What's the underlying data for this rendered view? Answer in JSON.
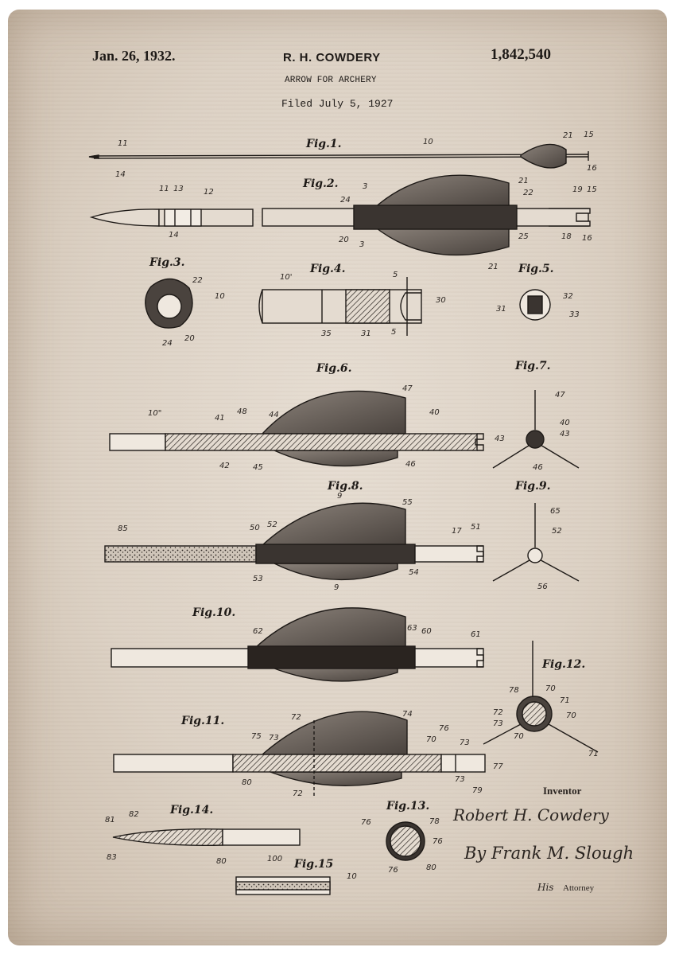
{
  "patent": {
    "date": "Jan. 26, 1932.",
    "inventor_header": "R. H. COWDERY",
    "number": "1,842,540",
    "title": "ARROW FOR ARCHERY",
    "filed": "Filed July 5, 1927"
  },
  "figures": {
    "fig1": "Fig.1.",
    "fig2": "Fig.2.",
    "fig3": "Fig.3.",
    "fig4": "Fig.4.",
    "fig5": "Fig.5.",
    "fig6": "Fig.6.",
    "fig7": "Fig.7.",
    "fig8": "Fig.8.",
    "fig9": "Fig.9.",
    "fig10": "Fig.10.",
    "fig11": "Fig.11.",
    "fig12": "Fig.12.",
    "fig13": "Fig.13.",
    "fig14": "Fig.14.",
    "fig15": "Fig.15"
  },
  "reference_numerals": {
    "fig1": [
      "11",
      "10",
      "21",
      "15",
      "16",
      "14"
    ],
    "fig2": [
      "11",
      "13",
      "12",
      "3",
      "21",
      "22",
      "19",
      "15",
      "24",
      "20",
      "3",
      "25",
      "18",
      "16",
      "21",
      "14"
    ],
    "fig3": [
      "22",
      "10",
      "24",
      "20"
    ],
    "fig4": [
      "10'",
      "5",
      "30",
      "35",
      "31",
      "5"
    ],
    "fig5": [
      "32",
      "31",
      "33"
    ],
    "fig6": [
      "47",
      "10\"",
      "41",
      "48",
      "44",
      "40",
      "43",
      "42",
      "45",
      "46"
    ],
    "fig7": [
      "47",
      "40",
      "43",
      "46"
    ],
    "fig8": [
      "9",
      "55",
      "85",
      "50",
      "52",
      "17",
      "51",
      "53",
      "54",
      "9"
    ],
    "fig9": [
      "65",
      "52",
      "56"
    ],
    "fig10": [
      "62",
      "63",
      "60",
      "61"
    ],
    "fig11": [
      "72",
      "74",
      "75",
      "73",
      "70",
      "76",
      "73",
      "77",
      "80",
      "72",
      "73",
      "79"
    ],
    "fig12": [
      "78",
      "70",
      "71",
      "72",
      "73",
      "70",
      "70",
      "71"
    ],
    "fig13": [
      "78",
      "76",
      "76",
      "76",
      "80"
    ],
    "fig14": [
      "81",
      "82",
      "83",
      "80"
    ],
    "fig15": [
      "100",
      "10"
    ]
  },
  "signatures": {
    "inventor_label": "Inventor",
    "inventor_signature": "Robert H. Cowdery",
    "attorney_signature": "By Frank M. Slough",
    "attorney_prefix": "His",
    "attorney_label": "Attorney"
  },
  "colors": {
    "paper": "#dcd1c4",
    "ink": "#1e1a17",
    "feather_fill": "#6e6660"
  }
}
